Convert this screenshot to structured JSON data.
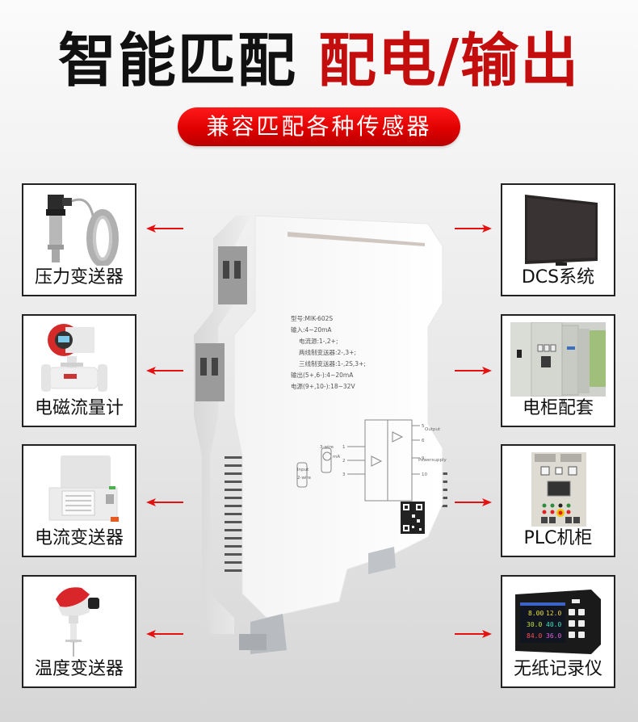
{
  "headline": {
    "black_part": "智能匹配",
    "red_part": "配电/输出"
  },
  "subtitle_pill": "兼容匹配各种传感器",
  "colors": {
    "accent_red": "#c40d0d",
    "pill_red": "#e00000",
    "arrow_red": "#e51010",
    "text_dark": "#111111"
  },
  "inputs": [
    {
      "label": "压力变送器",
      "icon": "pressure-transmitter-image"
    },
    {
      "label": "电磁流量计",
      "icon": "electromagnetic-flowmeter-image"
    },
    {
      "label": "电流变送器",
      "icon": "current-transmitter-image"
    },
    {
      "label": "温度变送器",
      "icon": "temperature-transmitter-image"
    }
  ],
  "outputs": [
    {
      "label": "DCS系统",
      "icon": "monitor-image"
    },
    {
      "label": "电柜配套",
      "icon": "electrical-cabinet-image"
    },
    {
      "label": "PLC机柜",
      "icon": "plc-cabinet-image"
    },
    {
      "label": "无纸记录仪",
      "icon": "paperless-recorder-image"
    }
  ],
  "device": {
    "model": "型号:MIK-602S",
    "input": "输入:4~20mA",
    "line_current_source": "电流源:1-,2+;",
    "line_two_wire": "两线制变送器:2-,3+;",
    "line_three_wire": "三线制变送器:1-,2S,3+;",
    "output": "输出(5+,6-):4~20mA",
    "power": "电源(9+,10-):18~32V",
    "diagram_input": "Input",
    "diagram_2wire": "2-wire",
    "diagram_3wire": "3-wire",
    "diagram_ma": "mA",
    "diagram_output": "Output",
    "diagram_power": "Powersupply",
    "terminal_1": "1",
    "terminal_2": "2",
    "terminal_3": "3",
    "terminal_5": "5",
    "terminal_6": "6",
    "terminal_9": "9",
    "terminal_10": "10"
  }
}
